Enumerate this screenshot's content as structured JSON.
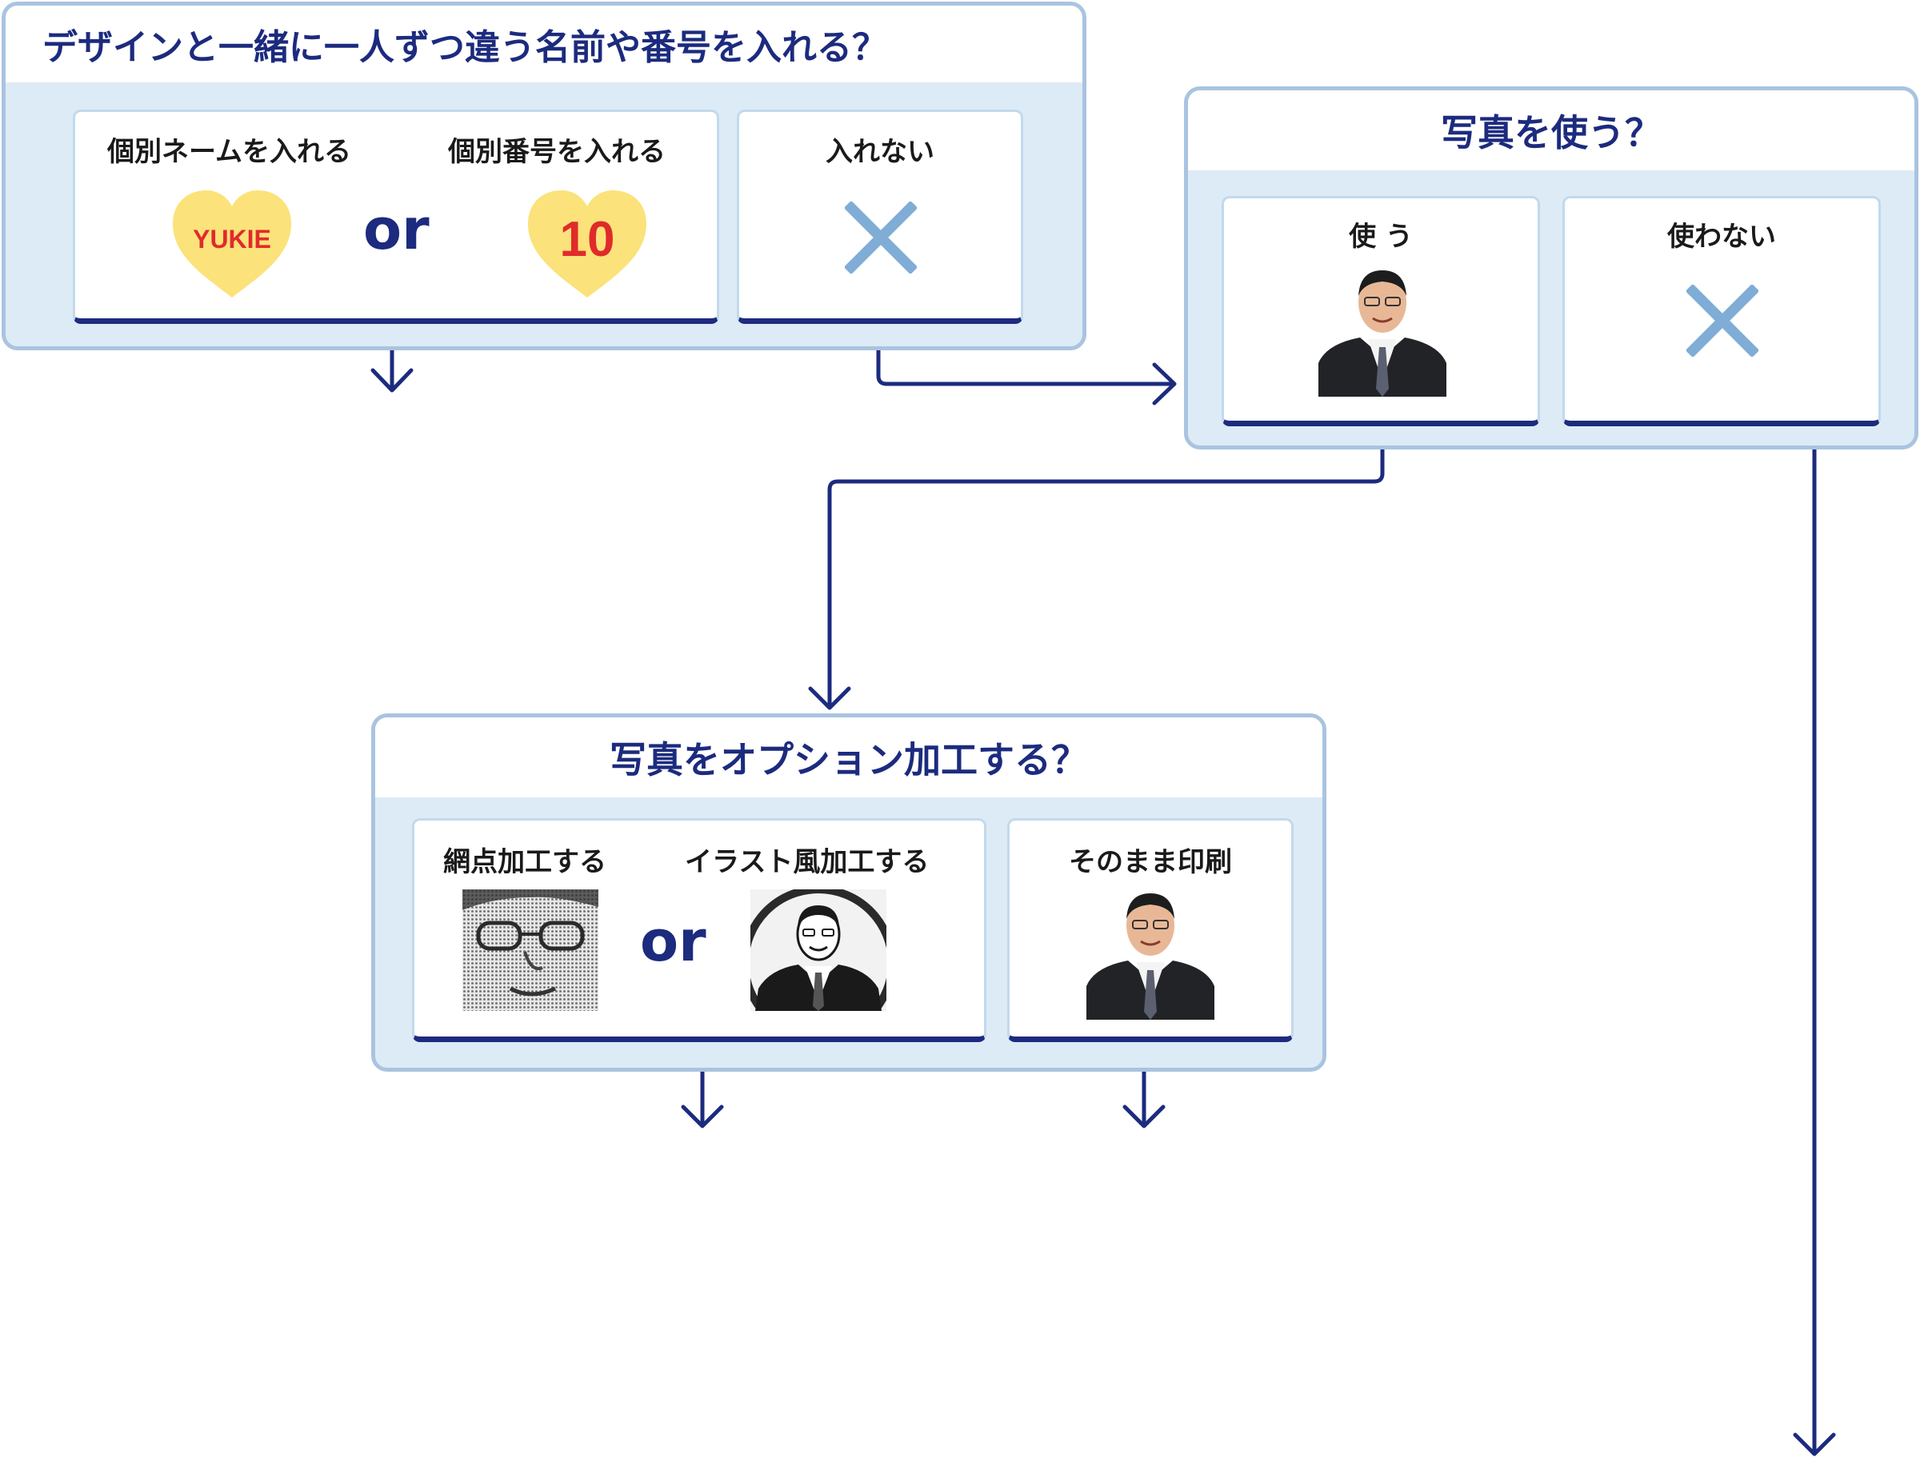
{
  "colors": {
    "navy": "#1c2b7e",
    "panel_fill": "#ddebf6",
    "panel_border": "#a9c4df",
    "x_mark": "#7fadd6",
    "heart_yellow": "#fbe27a",
    "heart_text_red": "#e02b2b"
  },
  "step1": {
    "title": "デザインと一緒に一人ずつ違う名前や番号を入れる？",
    "card_insert": {
      "label_name": "個別ネームを入れる",
      "label_number": "個別番号を入れる",
      "heart_name_text": "YUKIE",
      "heart_number_text": "10",
      "or": "or"
    },
    "card_none": {
      "label": "入れない",
      "icon": "x-mark-icon"
    }
  },
  "step2": {
    "title": "写真を使う？",
    "card_use": {
      "label": "使 う",
      "icon": "portrait-photo"
    },
    "card_nouse": {
      "label": "使わない",
      "icon": "x-mark-icon"
    }
  },
  "step3": {
    "title": "写真をオプション加工する？",
    "card_process": {
      "label_halftone": "網点加工する",
      "label_illustration": "イラスト風加工する",
      "or": "or",
      "icon_halftone": "halftone-face-photo",
      "icon_illustration": "illustration-portrait-photo"
    },
    "card_asis": {
      "label": "そのまま印刷",
      "icon": "portrait-photo"
    }
  }
}
